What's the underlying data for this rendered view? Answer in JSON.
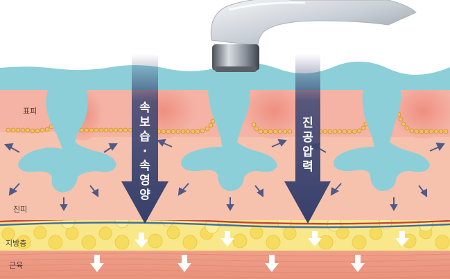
{
  "layers": {
    "epidermis": "표피",
    "dermis": "진피",
    "fat": "지방층",
    "muscle": "근육"
  },
  "arrows": {
    "left": "속보습 · 속영양",
    "right": "진공압력"
  },
  "colors": {
    "surface_blue": "#8ccfd8",
    "epidermis_pink": "#f4b3a5",
    "dermis_peach": "#f6c2ad",
    "fat_yellow": "#f7e37a",
    "muscle_salmon": "#f09d87",
    "arrow_navy": "#3c4674",
    "small_arrow": "#505a88"
  }
}
